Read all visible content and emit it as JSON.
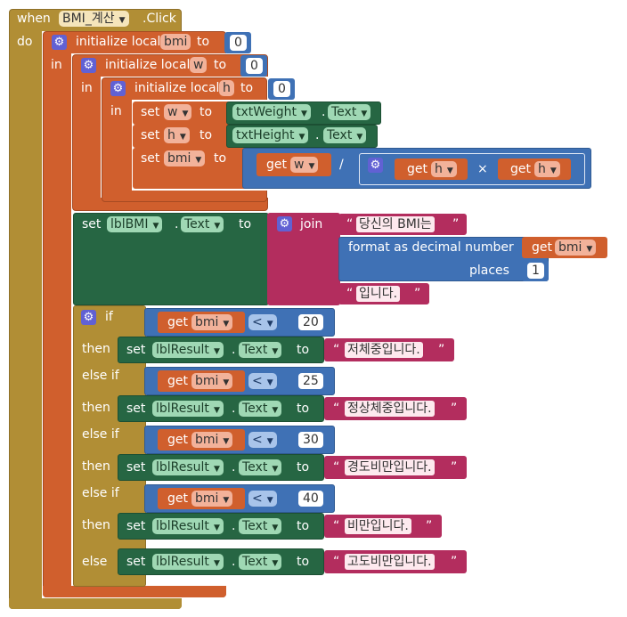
{
  "colors": {
    "event": "#b18e35",
    "local": "#d05f2d",
    "math": "#3f71b5",
    "component": "#266643",
    "text": "#b32d5e",
    "mutator": "#6161d3"
  },
  "event": {
    "when": "when",
    "component": "BMI_계산",
    "event": ".Click",
    "do": "do"
  },
  "locals": [
    {
      "label": "initialize local",
      "name": "bmi",
      "to": "to",
      "value": "0",
      "in": "in"
    },
    {
      "label": "initialize local",
      "name": "w",
      "to": "to",
      "value": "0",
      "in": "in"
    },
    {
      "label": "initialize local",
      "name": "h",
      "to": "to",
      "value": "0",
      "in": "in"
    }
  ],
  "assignments": [
    {
      "set": "set",
      "var": "w",
      "to": "to",
      "component": "txtWeight",
      "prop": "Text"
    },
    {
      "set": "set",
      "var": "h",
      "to": "to",
      "component": "txtHeight",
      "prop": "Text"
    },
    {
      "set": "set",
      "var": "bmi",
      "to": "to",
      "get1": "get",
      "var1": "w",
      "div": "/",
      "get2": "get",
      "var2": "h",
      "mul": "×",
      "get3": "get",
      "var3": "h"
    }
  ],
  "set_label": {
    "set": "set",
    "component": "lblBMI",
    "prop": "Text",
    "to": "to",
    "join": "join",
    "str1": "당신의 BMI는",
    "format": "format as decimal number",
    "get": "get",
    "var": "bmi",
    "places": "places",
    "places_value": "1",
    "str2": "입니다."
  },
  "quote_open": "“",
  "quote_close": "”",
  "dot": ".",
  "ifelse": {
    "conditions": [
      {
        "keyword": "if",
        "get": "get",
        "var": "bmi",
        "op": "<",
        "value": "20",
        "then": "then",
        "set": "set",
        "component": "lblResult",
        "prop": "Text",
        "to": "to",
        "text": "저체중입니다."
      },
      {
        "keyword": "else if",
        "get": "get",
        "var": "bmi",
        "op": "<",
        "value": "25",
        "then": "then",
        "set": "set",
        "component": "lblResult",
        "prop": "Text",
        "to": "to",
        "text": "정상체중입니다."
      },
      {
        "keyword": "else if",
        "get": "get",
        "var": "bmi",
        "op": "<",
        "value": "30",
        "then": "then",
        "set": "set",
        "component": "lblResult",
        "prop": "Text",
        "to": "to",
        "text": "경도비만입니다."
      },
      {
        "keyword": "else if",
        "get": "get",
        "var": "bmi",
        "op": "<",
        "value": "40",
        "then": "then",
        "set": "set",
        "component": "lblResult",
        "prop": "Text",
        "to": "to",
        "text": "비만입니다."
      }
    ],
    "else": {
      "keyword": "else",
      "set": "set",
      "component": "lblResult",
      "prop": "Text",
      "to": "to",
      "text": "고도비만입니다."
    }
  }
}
